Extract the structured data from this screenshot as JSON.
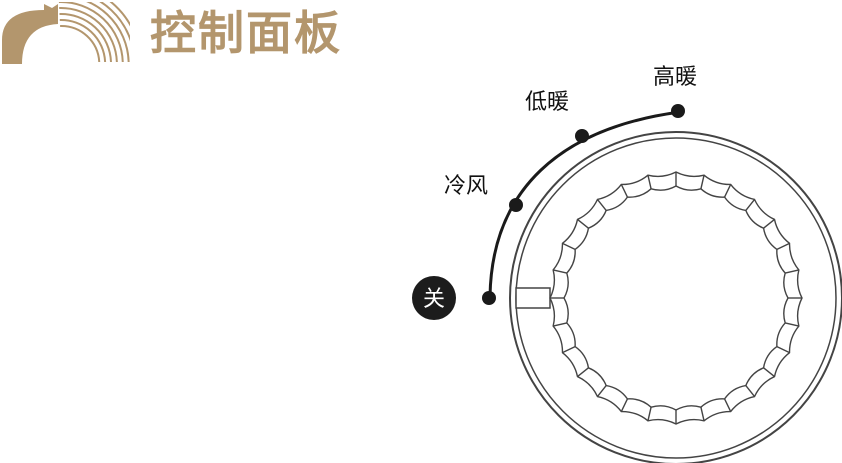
{
  "header": {
    "title": "控制面板",
    "logo_icon": "sunrise-arc-icon"
  },
  "knob": {
    "positions": [
      {
        "key": "off",
        "label": "关",
        "selected": true
      },
      {
        "key": "cool",
        "label": "冷风"
      },
      {
        "key": "low_heat",
        "label": "低暖"
      },
      {
        "key": "high_heat",
        "label": "高暖"
      }
    ]
  },
  "colors": {
    "accent": "#b3966d",
    "line": "#1a1a1a",
    "ring": "#444444",
    "selected_bg": "#1c1c1c"
  }
}
